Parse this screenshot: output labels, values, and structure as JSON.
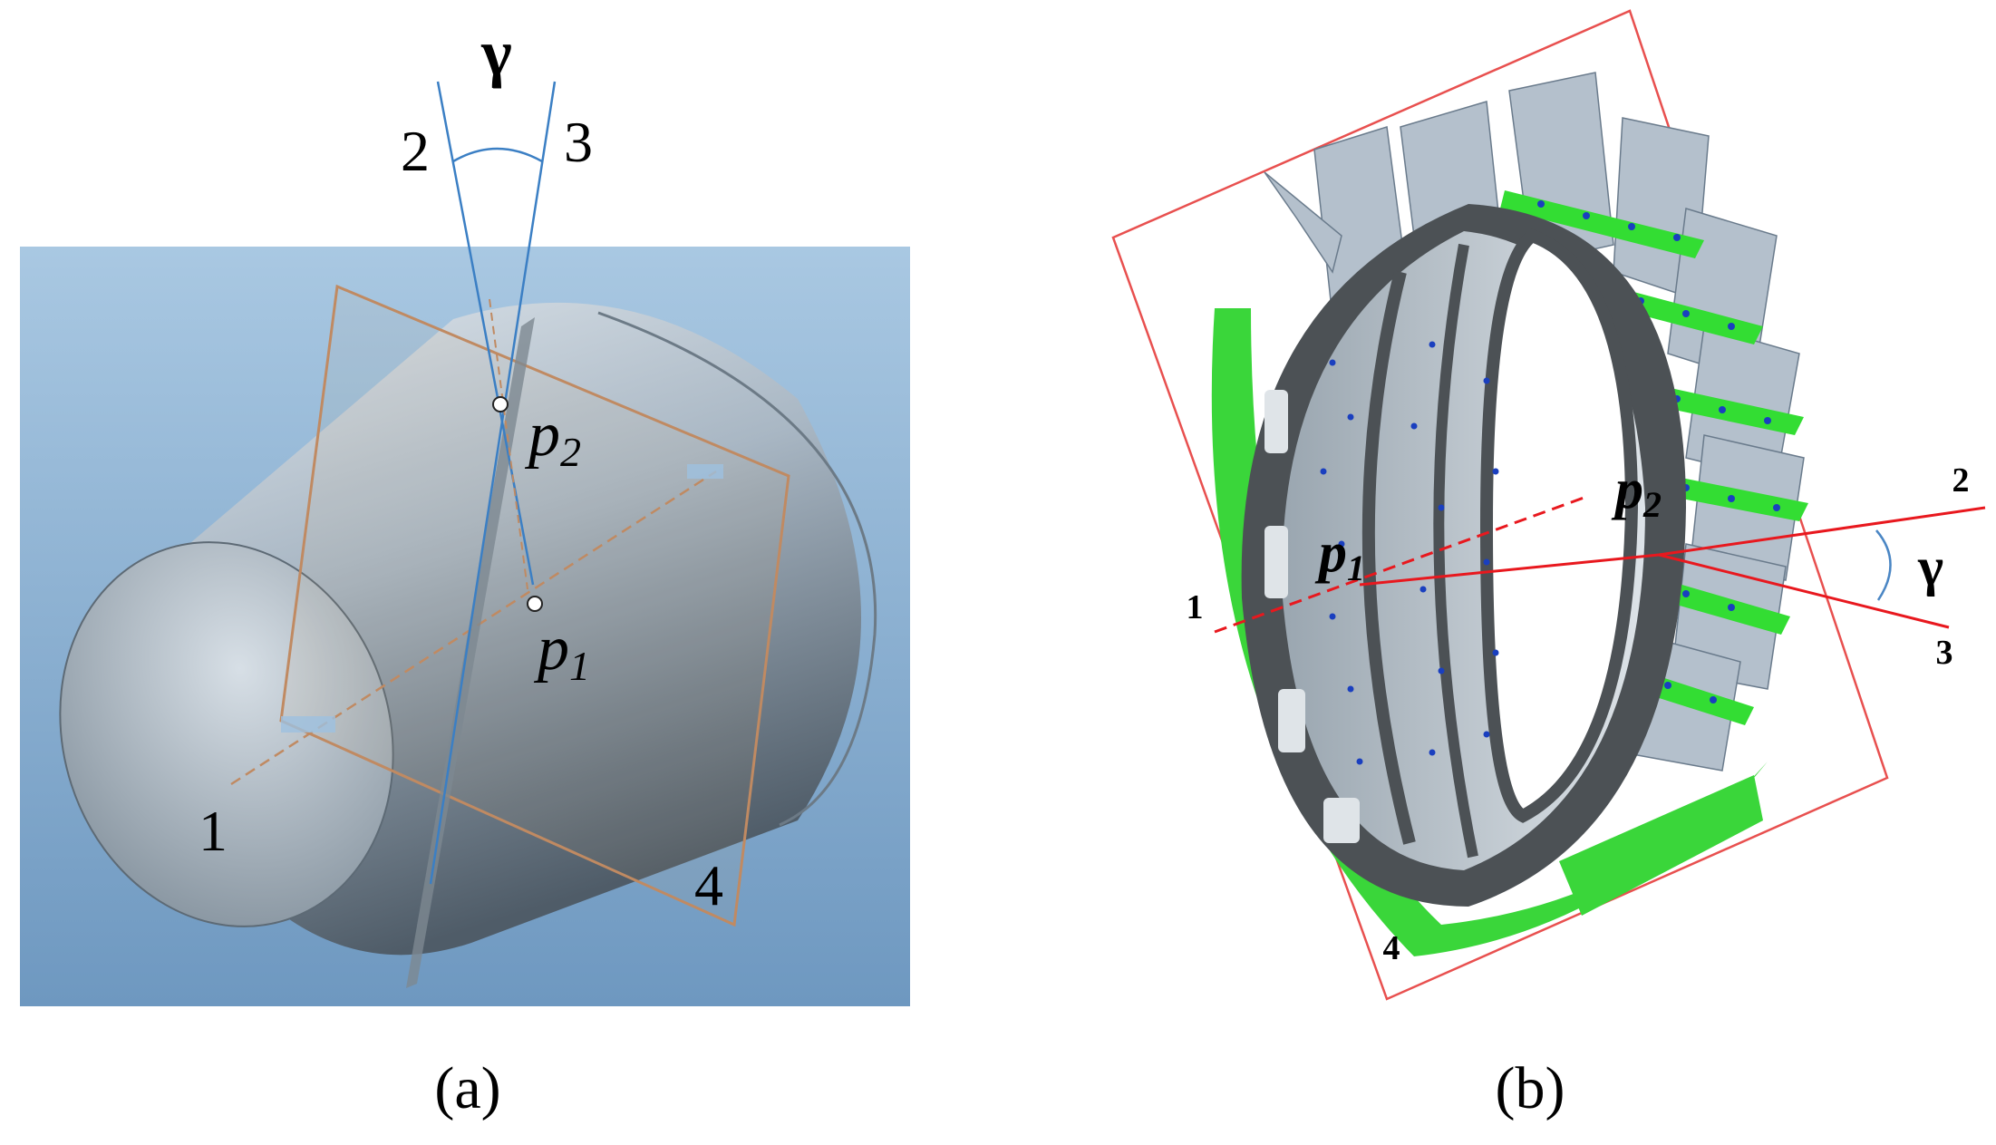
{
  "panel_a": {
    "gamma_label": "γ",
    "line_labels": [
      "1",
      "2",
      "3",
      "4"
    ],
    "p2_base": "p",
    "p2_sub": "2",
    "p1_base": "p",
    "p1_sub": "1",
    "caption_letter": "a",
    "colors": {
      "background": "#8fb3d4",
      "cylinder": "#b9c6d3",
      "plane": "#c08a62",
      "lines": "#4a86c4"
    }
  },
  "panel_b": {
    "gamma_label": "γ",
    "line_labels": [
      "1",
      "2",
      "3",
      "4"
    ],
    "p1_base": "p",
    "p1_sub": "1",
    "p2_base": "p",
    "p2_sub": "2",
    "caption_letter": "b",
    "colors": {
      "frame": "#e8504f",
      "lines": "#e8181e",
      "ring": "#4c5155",
      "fins": "#b4c0cc",
      "strips": "#33dd33",
      "bolts": "#1a3fbf"
    }
  }
}
